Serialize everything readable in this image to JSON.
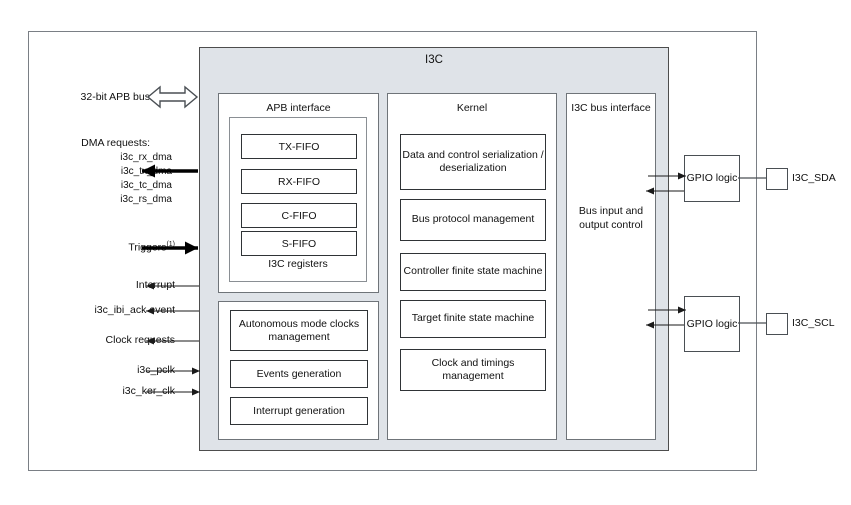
{
  "diagram": {
    "block_title": "I3C",
    "columns": {
      "apb": {
        "title": "APB interface",
        "registers_label": "I3C registers",
        "fifos": [
          "TX-FIFO",
          "RX-FIFO",
          "C-FIFO",
          "S-FIFO"
        ]
      },
      "aux": {
        "boxes": [
          "Autonomous mode clocks management",
          "Events generation",
          "Interrupt generation"
        ]
      },
      "kernel": {
        "title": "Kernel",
        "boxes": [
          "Data and control serialization / deserialization",
          "Bus protocol management",
          "Controller finite state machine",
          "Target finite state machine",
          "Clock and timings management"
        ]
      },
      "bus_interface": {
        "title": "I3C bus interface",
        "body": "Bus input and output control"
      }
    },
    "left_signals": [
      {
        "label": "32-bit APB bus",
        "direction": "bidirectional",
        "style": "hollow-double-arrow"
      },
      {
        "label": "DMA requests:",
        "direction": "out",
        "style": "thick-arrow",
        "sub_labels": [
          "i3c_rx_dma",
          "i3c_tx_dma",
          "i3c_tc_dma",
          "i3c_rs_dma"
        ]
      },
      {
        "label": "Triggers",
        "footnote": "(1)",
        "direction": "in",
        "style": "thick-arrow"
      },
      {
        "label": "Interrupt",
        "direction": "out",
        "style": "thin-arrow"
      },
      {
        "label": "i3c_ibi_ack event",
        "direction": "out",
        "style": "thin-arrow"
      },
      {
        "label": "Clock requests",
        "direction": "out",
        "style": "thin-arrow"
      },
      {
        "label": "i3c_pclk",
        "direction": "in",
        "style": "thin-arrow"
      },
      {
        "label": "i3c_ker_clk",
        "direction": "in",
        "style": "thin-arrow"
      }
    ],
    "right_side": {
      "gpio_label": "GPIO logic",
      "pins": [
        {
          "name": "I3C_SDA"
        },
        {
          "name": "I3C_SCL"
        }
      ]
    },
    "colors": {
      "block_fill": "#dfe3e8",
      "block_border": "#4d4d4d",
      "panel_border": "#6f7479",
      "box_border": "#2f3336",
      "outer_border": "#7a7f85"
    }
  }
}
